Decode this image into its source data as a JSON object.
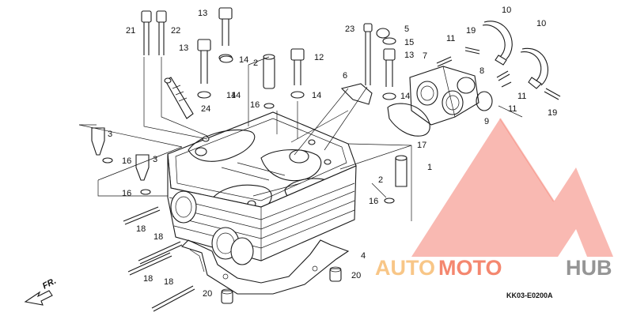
{
  "diagram": {
    "reference_code": "KK03-E0200A",
    "front_indicator": "FR.",
    "watermark": {
      "word_a": "AUTO",
      "word_b": "MOTO",
      "word_c": "HUB",
      "color_a": "#f7c07a",
      "color_b": "#f37a5f",
      "color_c": "#8a8a8a",
      "mark_color": "#f36a5a"
    },
    "callouts": [
      "21",
      "22",
      "13",
      "13",
      "14",
      "2",
      "12",
      "23",
      "5",
      "15",
      "13",
      "10",
      "10",
      "19",
      "11",
      "7",
      "6",
      "14",
      "8",
      "24",
      "14",
      "16",
      "14",
      "14",
      "17",
      "9",
      "11",
      "11",
      "19",
      "3",
      "16",
      "3",
      "16",
      "2",
      "1",
      "16",
      "18",
      "18",
      "4",
      "18",
      "20",
      "18",
      "20"
    ]
  }
}
